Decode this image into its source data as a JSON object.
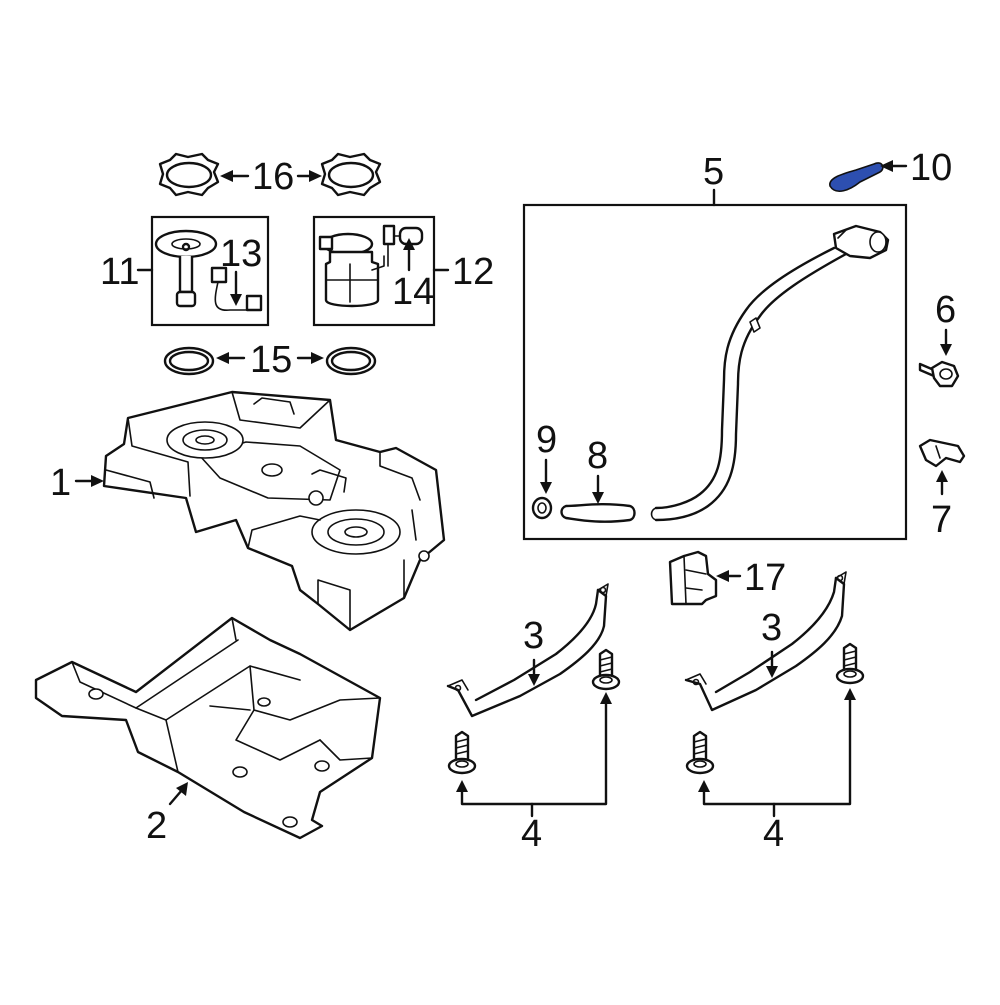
{
  "labels": {
    "l1": "1",
    "l2": "2",
    "l3a": "3",
    "l3b": "3",
    "l4a": "4",
    "l4b": "4",
    "l5": "5",
    "l6": "6",
    "l7": "7",
    "l8": "8",
    "l9": "9",
    "l10": "10",
    "l11": "11",
    "l12": "12",
    "l13": "13",
    "l14": "14",
    "l15": "15",
    "l16": "16",
    "l17": "17"
  },
  "colors": {
    "line": "#111111",
    "background": "#ffffff",
    "highlight": "#2d4fb0"
  },
  "highlighted_part": "10"
}
